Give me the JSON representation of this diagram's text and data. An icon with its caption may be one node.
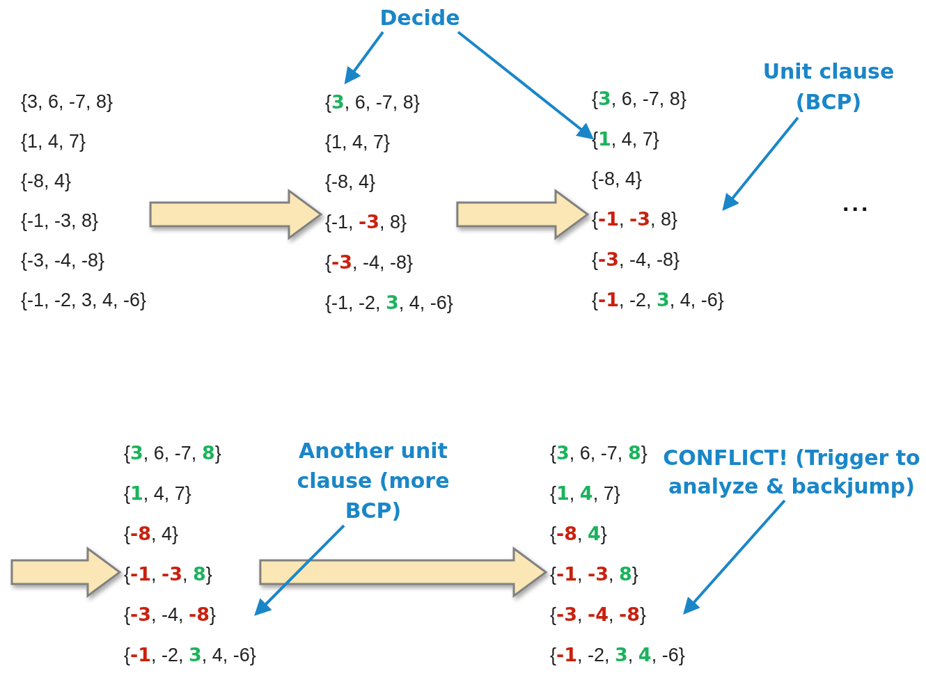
{
  "diagram": {
    "nodes": [
      {
        "text": [
          "Decide"
        ]
      },
      {
        "text": [
          "{3, 6, -7, 8}",
          "{1, 4, 7}",
          "{-8, 4}",
          "{-1, -3, 8}",
          "{-3, -4, -8}",
          "{-1, -2, 3, 4, -6}"
        ]
      },
      {
        "text": [
          "{**3**, 6, -7, 8}",
          "{1, 4, 7}",
          "{-8, 4}",
          "{-1, **-3**, 8}",
          "{**-3**, -4, -8}",
          "{-1, -2, **3**, 4, -6}"
        ]
      },
      {
        "text": [
          "{**3**, 6, -7, 8}",
          "{**1**, 4, 7}",
          "{-8, 4}",
          "{**-1**, **-3**, 8}",
          "{**-3**, -4, -8}",
          "{**-1**, -2, **3**, 4, -6}"
        ]
      },
      {
        "text": [
          "Unit clause (BCP)"
        ]
      },
      {
        "text": [
          "{**3**, 6, -7, **8**}",
          "{**1**, 4, 7}",
          "{**-8**, 4}",
          "{**-1**, **-3**, **8**}",
          "{**-3**, -4, **-8**}",
          "{**-1**, -2, **3**, 4, -6}"
        ]
      },
      {
        "text": [
          "Another unit clause (more BCP)"
        ]
      },
      {
        "text": [
          "{**3**, 6, -7, **8**}",
          "{**1**, **4**, 7}",
          "{**-8**, **4**}",
          "{**-1**, **-3**, **8**}",
          "{**-3**, **-4**, **-8**}",
          "{**-1**, -2, **3**, **4**, -6}"
        ]
      },
      {
        "text": [
          "CONFLICT! (Trigger to analyze & backjump)"
        ]
      }
    ],
    "edges": [
      {
        "from": 1,
        "to": 2,
        "arrow": "to",
        "style": "thick",
        "color": "#fbe7b5"
      },
      {
        "from": 2,
        "to": 3,
        "arrow": "to",
        "style": "thick",
        "color": "#fbe7b5"
      },
      {
        "from": 0,
        "to": 2,
        "arrow": "to"
      },
      {
        "from": 0,
        "to": 3,
        "arrow": "to"
      },
      {
        "from": 4,
        "to": 3,
        "arrow": "to"
      },
      {
        "from": null,
        "to": 5,
        "arrow": "to",
        "style": "thick",
        "color": "#fbe7b5"
      },
      {
        "from": 5,
        "to": 7,
        "arrow": "to",
        "style": "thick",
        "color": "#fbe7b5"
      },
      {
        "from": 6,
        "to": 5,
        "arrow": "to"
      },
      {
        "from": 8,
        "to": 7,
        "arrow": "to"
      }
    ],
    "labels": [
      "..."
    ]
  }
}
